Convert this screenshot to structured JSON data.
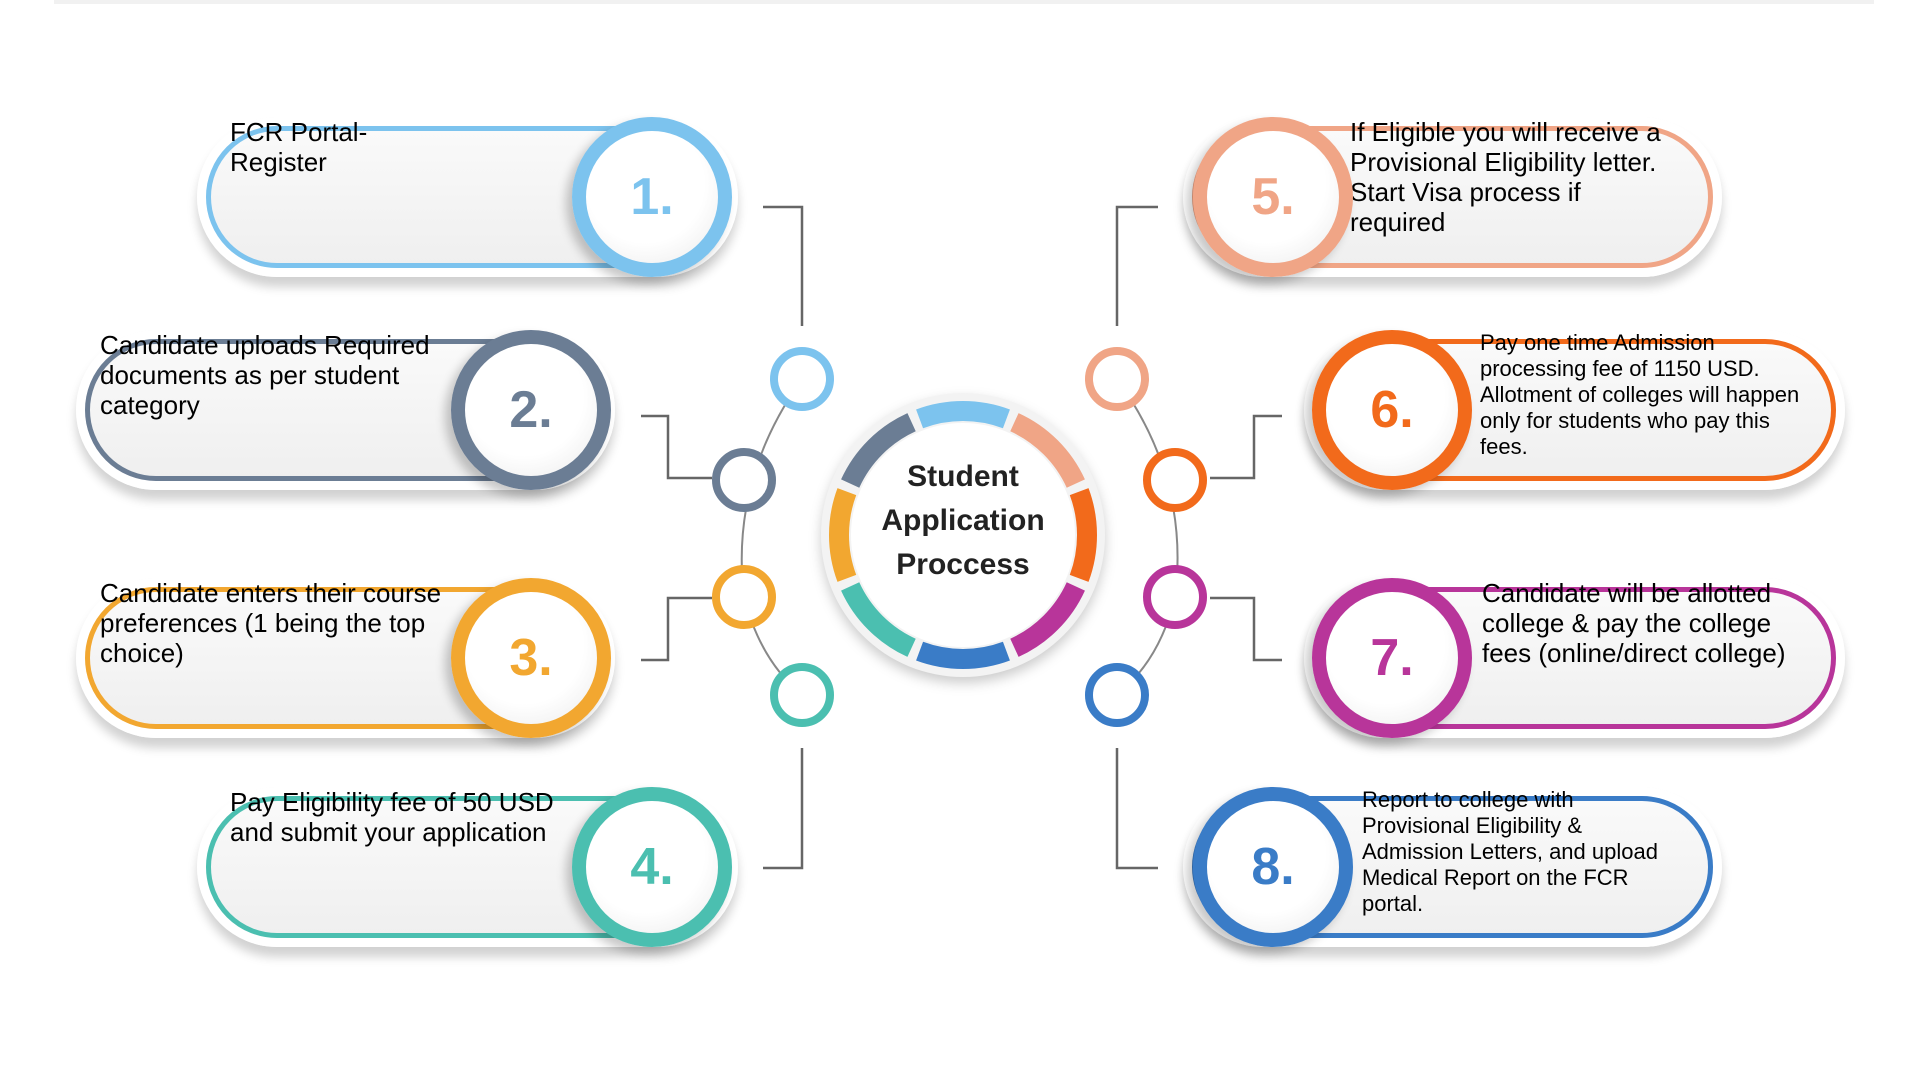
{
  "center": {
    "line1": "Student",
    "line2": "Application",
    "line3": "Proccess"
  },
  "steps": [
    {
      "number": "1.",
      "text": "FCR Portal-\nRegister",
      "color": "#7cc3ee"
    },
    {
      "number": "2.",
      "text": "Candidate uploads Required documents as per student category",
      "color": "#6b7d94"
    },
    {
      "number": "3.",
      "text": "Candidate enters their course preferences (1 being the top choice)",
      "color": "#f2a730"
    },
    {
      "number": "4.",
      "text": "Pay Eligibility fee of 50 USD and submit your application",
      "color": "#4bbfb0"
    },
    {
      "number": "5.",
      "text": "If Eligible you will receive a Provisional Eligibility letter. Start Visa process if required",
      "color": "#f0a586"
    },
    {
      "number": "6.",
      "text": "Pay one time Admission processing fee of 1150 USD. Allotment of colleges will happen only for students who pay this fees.",
      "color": "#f26a1b"
    },
    {
      "number": "7.",
      "text": "Candidate will be allotted college & pay the college fees (online/direct college)",
      "color": "#b8359a"
    },
    {
      "number": "8.",
      "text": "Report to college with Provisional Eligibility & Admission Letters, and upload Medical Report on the FCR portal.",
      "color": "#3a7cc7"
    }
  ]
}
